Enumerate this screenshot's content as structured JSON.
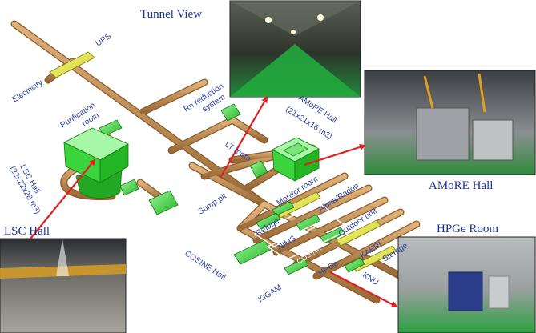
{
  "titles": {
    "tunnel_view": "Tunnel View",
    "amore_hall": "AMoRE Hall",
    "lsc_hall": "LSC Hall",
    "hpge_room": "HPGe Room"
  },
  "labels": {
    "ups": "UPS",
    "electricity": "Electricity",
    "purification_1": "Purification",
    "purification_2": "room",
    "rn_1": "Rn reduction",
    "rn_2": "system",
    "amore_1": "AMoRE Hall",
    "amore_2": "(21x21x16 m3)",
    "lt_room": "LT room",
    "lsc_1": "LSC Hall",
    "lsc_2": "(22x22x28 m3)",
    "sump_pit": "Sump pit",
    "monitor_room": "Monitor room",
    "alpha_radon": "Alpha/Radon",
    "outdoor_unit": "Outdoor unit",
    "refuge": "Refuge",
    "nims": "NIMS",
    "kaeri": "KAERI",
    "storage": "Storage",
    "cosine": "COSINE",
    "hpge": "HPGe",
    "cosine_hall": "COSINE Hall",
    "kigam": "KIGAM",
    "knu": "KNU"
  },
  "colors": {
    "tunnel": "#c8965a",
    "tunnel_dark": "#8a5a2a",
    "room_green": "#3ad13a",
    "room_green_light": "#8ef08e",
    "yellow": "#f0f04a",
    "arrow_red": "#e02020",
    "text_blue": "#2a3f9e"
  }
}
